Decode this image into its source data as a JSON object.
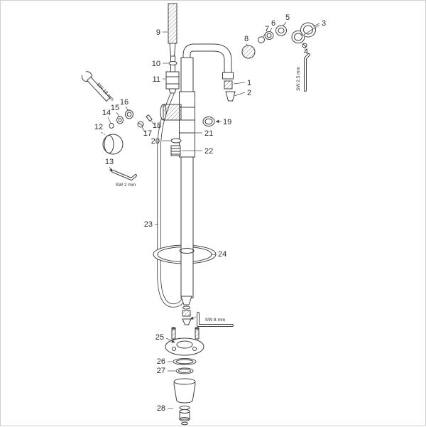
{
  "page": {
    "background": "#ffffff",
    "border_color": "#cfcfcf",
    "line_color": "#3f3f3f"
  },
  "parts": {
    "n1": "1",
    "n2": "2",
    "n3": "3",
    "n4": "4",
    "n5": "5",
    "n6": "6",
    "n7": "7",
    "n8": "8",
    "n9": "9",
    "n10": "10",
    "n11": "11",
    "n12": "12",
    "n13": "13",
    "n14": "14",
    "n15": "15",
    "n16": "16",
    "n17": "17",
    "n18": "18",
    "n19": "19",
    "n20": "20",
    "n21": "21",
    "n22": "22",
    "n23": "23",
    "n24": "24",
    "n25": "25",
    "n26": "26",
    "n27": "27",
    "n28": "28"
  },
  "tools": {
    "sw18": "SW 18 mm",
    "sw2": "SW 2 mm",
    "sw25": "SW 2.5 mm",
    "sw8": "SW 8 mm"
  }
}
